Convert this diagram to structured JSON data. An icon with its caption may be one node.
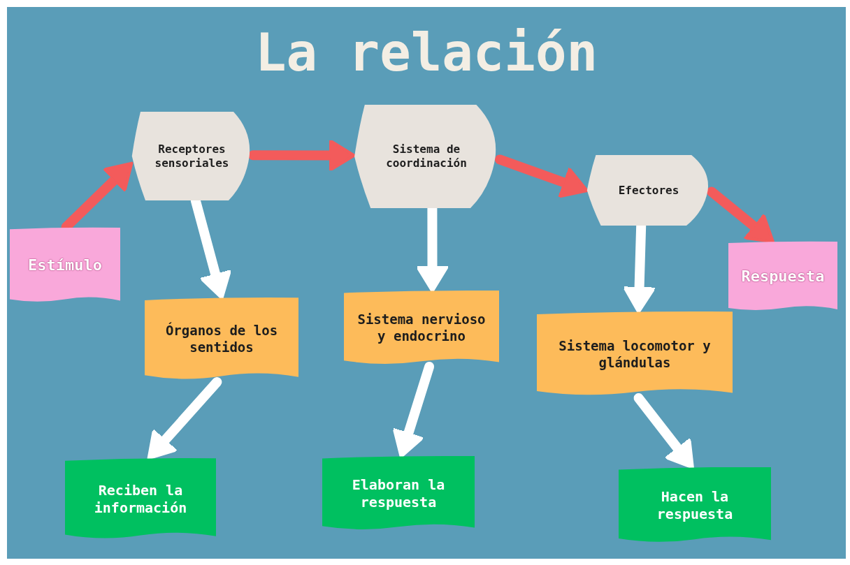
{
  "diagram": {
    "title": "La relación",
    "nodes": [
      {
        "text": [
          "Estímulo"
        ]
      },
      {
        "text": [
          "Receptores sensoriales"
        ]
      },
      {
        "text": [
          "Sistema de coordinación"
        ]
      },
      {
        "text": [
          "Efectores"
        ]
      },
      {
        "text": [
          "Respuesta"
        ]
      },
      {
        "text": [
          "Órganos de los sentidos"
        ]
      },
      {
        "text": [
          "Sistema nervioso y endocrino"
        ]
      },
      {
        "text": [
          "Sistema locomotor y glándulas"
        ]
      },
      {
        "text": [
          "Reciben la información"
        ]
      },
      {
        "text": [
          "Elaboran la respuesta"
        ]
      },
      {
        "text": [
          "Hacen la respuesta"
        ]
      }
    ],
    "edges": [
      {
        "from": 0,
        "to": 1,
        "arrow": "to",
        "color": "#f35b5b"
      },
      {
        "from": 1,
        "to": 2,
        "arrow": "to",
        "color": "#f35b5b"
      },
      {
        "from": 2,
        "to": 3,
        "arrow": "to",
        "color": "#f35b5b"
      },
      {
        "from": 3,
        "to": 4,
        "arrow": "to",
        "color": "#f35b5b"
      },
      {
        "from": 1,
        "to": 5,
        "arrow": "to"
      },
      {
        "from": 2,
        "to": 6,
        "arrow": "to"
      },
      {
        "from": 3,
        "to": 7,
        "arrow": "to"
      },
      {
        "from": 5,
        "to": 8,
        "arrow": "to"
      },
      {
        "from": 6,
        "to": 9,
        "arrow": "to"
      },
      {
        "from": 7,
        "to": 10,
        "arrow": "to"
      }
    ]
  }
}
